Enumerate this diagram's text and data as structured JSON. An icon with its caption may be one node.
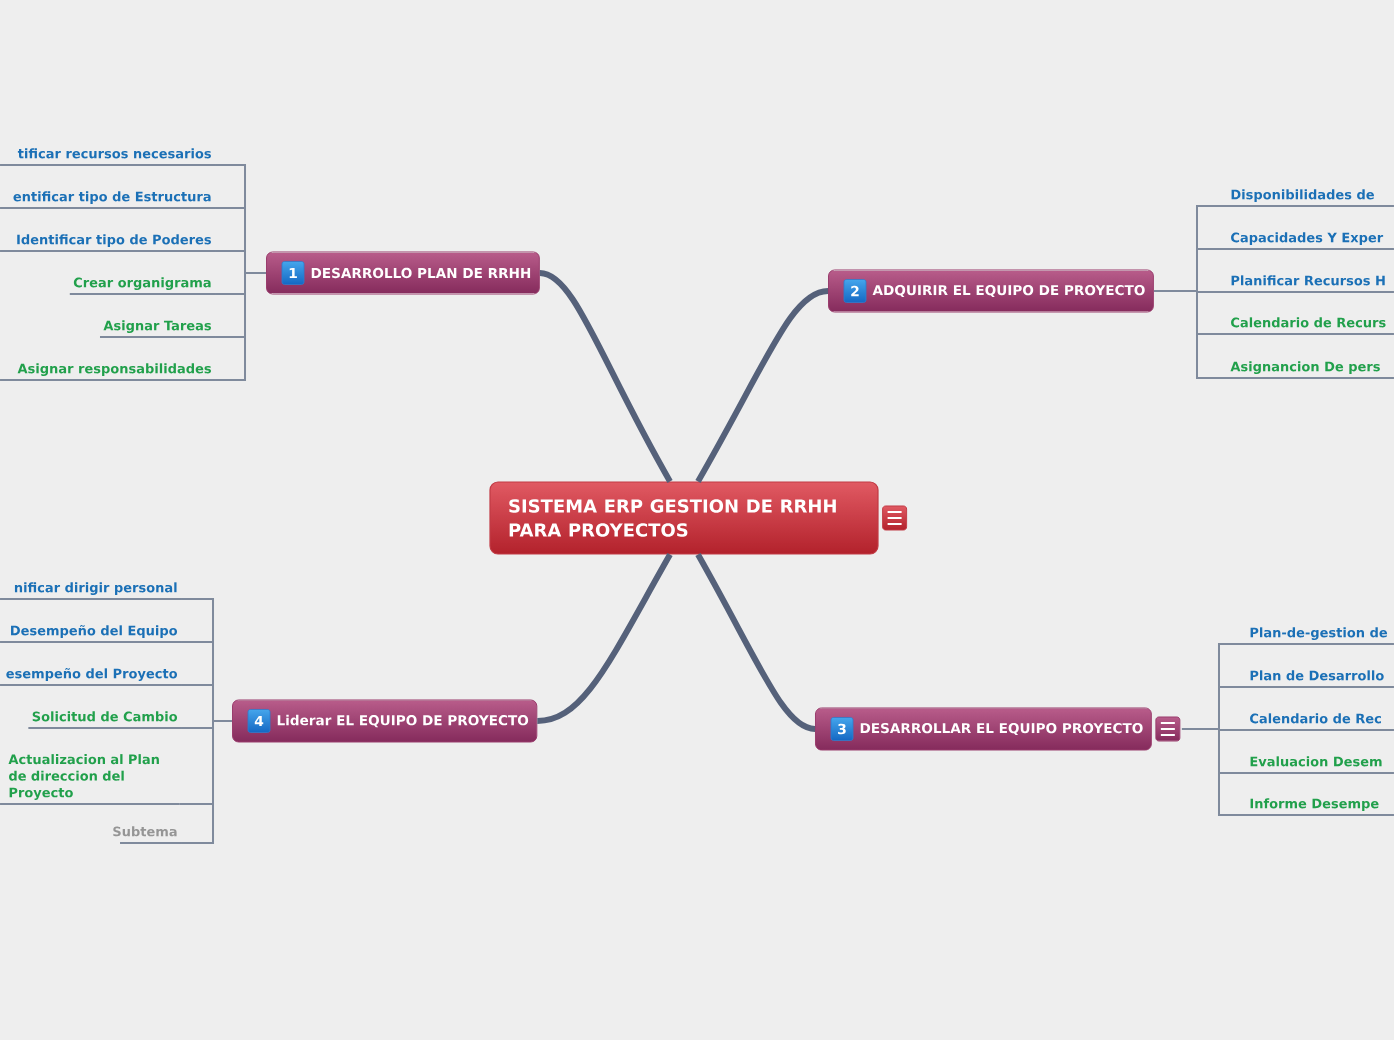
{
  "diagram": {
    "nodes": [
      {
        "text": [
          "SISTEMA ERP GESTION DE RRHH PARA PROYECTOS"
        ]
      },
      {
        "text": [
          "1",
          "DESARROLLO PLAN DE RRHH"
        ]
      },
      {
        "text": [
          "tificar recursos necesarios"
        ]
      },
      {
        "text": [
          "entificar tipo de Estructura"
        ]
      },
      {
        "text": [
          "Identificar tipo de Poderes"
        ]
      },
      {
        "text": [
          "Crear organigrama"
        ]
      },
      {
        "text": [
          "Asignar Tareas"
        ]
      },
      {
        "text": [
          "Asignar responsabilidades"
        ]
      },
      {
        "text": [
          "2",
          "ADQUIRIR EL EQUIPO DE PROYECTO"
        ]
      },
      {
        "text": [
          "Disponibilidades de"
        ]
      },
      {
        "text": [
          "Capacidades Y Exper"
        ]
      },
      {
        "text": [
          "Planificar Recursos H"
        ]
      },
      {
        "text": [
          "Calendario de Recurs"
        ]
      },
      {
        "text": [
          "Asignancion De pers"
        ]
      },
      {
        "text": [
          "3",
          "DESARROLLAR EL EQUIPO PROYECTO"
        ]
      },
      {
        "text": [
          "Plan-de-gestion de"
        ]
      },
      {
        "text": [
          "Plan de Desarrollo"
        ]
      },
      {
        "text": [
          "Calendario de Rec"
        ]
      },
      {
        "text": [
          "Evaluacion Desem"
        ]
      },
      {
        "text": [
          "Informe Desempe"
        ]
      },
      {
        "text": [
          "4",
          "Liderar EL EQUIPO DE PROYECTO"
        ]
      },
      {
        "text": [
          "nificar dirigir personal"
        ]
      },
      {
        "text": [
          "Desempeño del Equipo"
        ]
      },
      {
        "text": [
          "esempeño del Proyecto"
        ]
      },
      {
        "text": [
          "Solicitud de Cambio"
        ]
      },
      {
        "text": [
          "Actualizacion al Plan de direccion del Proyecto"
        ]
      },
      {
        "text": [
          "Subtema"
        ]
      }
    ],
    "edges": [
      {
        "from": 0,
        "to": 1,
        "arrow": "none",
        "style": "thick",
        "color": "#55617a"
      },
      {
        "from": 1,
        "to": 2,
        "arrow": "none"
      },
      {
        "from": 1,
        "to": 3,
        "arrow": "none"
      },
      {
        "from": 1,
        "to": 4,
        "arrow": "none"
      },
      {
        "from": 1,
        "to": 5,
        "arrow": "none"
      },
      {
        "from": 1,
        "to": 6,
        "arrow": "none"
      },
      {
        "from": 1,
        "to": 7,
        "arrow": "none"
      },
      {
        "from": 0,
        "to": 8,
        "arrow": "none",
        "style": "thick",
        "color": "#55617a"
      },
      {
        "from": 8,
        "to": 9,
        "arrow": "none"
      },
      {
        "from": 8,
        "to": 10,
        "arrow": "none"
      },
      {
        "from": 8,
        "to": 11,
        "arrow": "none"
      },
      {
        "from": 8,
        "to": 12,
        "arrow": "none"
      },
      {
        "from": 8,
        "to": 13,
        "arrow": "none"
      },
      {
        "from": 0,
        "to": 14,
        "arrow": "none",
        "style": "thick",
        "color": "#55617a"
      },
      {
        "from": 14,
        "to": 15,
        "arrow": "none"
      },
      {
        "from": 14,
        "to": 16,
        "arrow": "none"
      },
      {
        "from": 14,
        "to": 17,
        "arrow": "none"
      },
      {
        "from": 14,
        "to": 18,
        "arrow": "none"
      },
      {
        "from": 14,
        "to": 19,
        "arrow": "none"
      },
      {
        "from": 0,
        "to": 20,
        "arrow": "none",
        "style": "thick",
        "color": "#55617a"
      },
      {
        "from": 20,
        "to": 21,
        "arrow": "none"
      },
      {
        "from": 20,
        "to": 22,
        "arrow": "none"
      },
      {
        "from": 20,
        "to": 23,
        "arrow": "none"
      },
      {
        "from": 20,
        "to": 24,
        "arrow": "none"
      },
      {
        "from": 20,
        "to": 25,
        "arrow": "none"
      },
      {
        "from": 20,
        "to": 26,
        "arrow": "none"
      }
    ]
  }
}
